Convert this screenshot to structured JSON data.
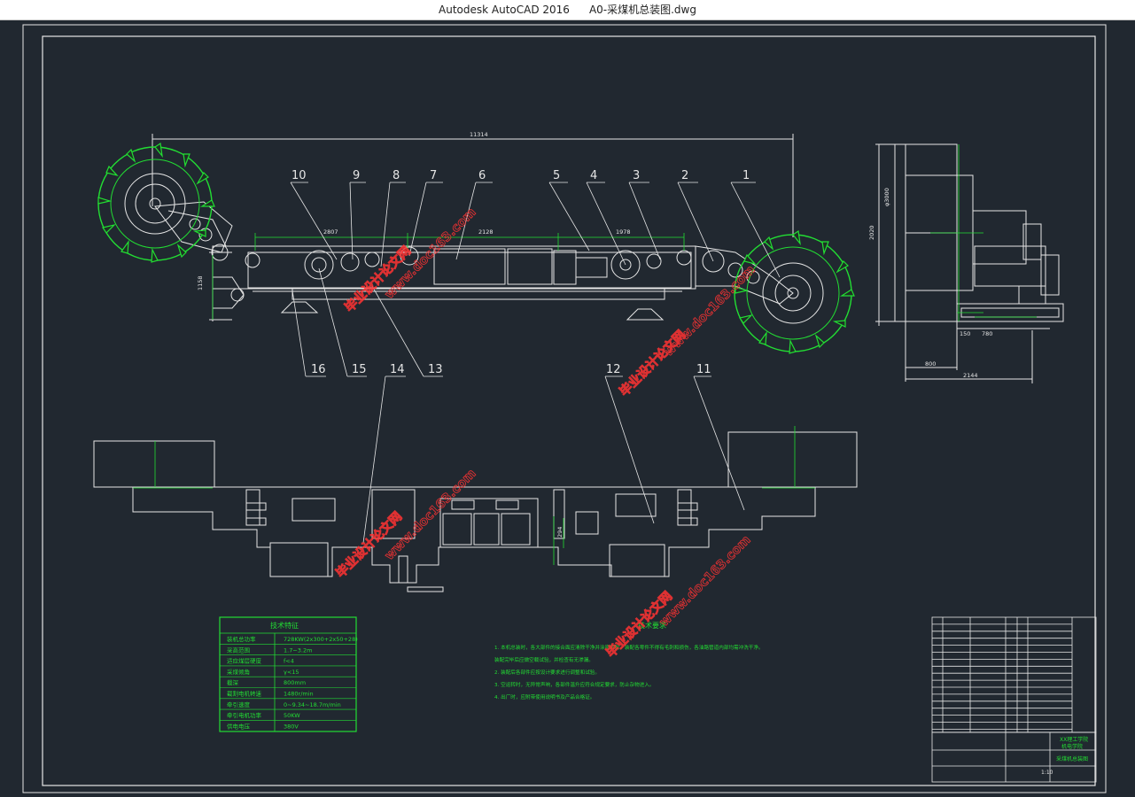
{
  "window": {
    "app_title": "Autodesk AutoCAD 2016",
    "file_title": "A0-采煤机总装图.dwg"
  },
  "dimensions": {
    "overall_length": "11314",
    "left_span": "2807",
    "middle_span": "2128",
    "right_span": "1978",
    "height": "1158",
    "side_height": "2020",
    "drum_diameter": "φ3000",
    "side_width_small": "800",
    "side_width_total": "2144",
    "side_offset": "780",
    "side_small": "150",
    "lower_height": "294"
  },
  "balloons": [
    "1",
    "2",
    "3",
    "4",
    "5",
    "6",
    "7",
    "8",
    "9",
    "10",
    "11",
    "12",
    "13",
    "14",
    "15",
    "16"
  ],
  "tech_specs": {
    "title": "技术特征",
    "rows": [
      {
        "label": "装机总功率",
        "value": "728KW(2x300+2x50+28)"
      },
      {
        "label": "采高范围",
        "value": "1.7~3.2m"
      },
      {
        "label": "适应煤层硬度",
        "value": "f<4"
      },
      {
        "label": "采煤倾角",
        "value": "γ<15"
      },
      {
        "label": "截深",
        "value": "800mm"
      },
      {
        "label": "截割电机转速",
        "value": "1480r/min"
      },
      {
        "label": "牵引速度",
        "value": "0~9.34~18.7m/min"
      },
      {
        "label": "牵引电机功率",
        "value": "50KW"
      },
      {
        "label": "供电电压",
        "value": "380V"
      }
    ]
  },
  "tech_requirements": {
    "title": "技术要求",
    "items": [
      "1. 本机总装时，各大部件的接合面应清除干净并涂密封胶，装配各零件不得有毛刺和损伤，各油路管道内部均需冲洗干净。",
      "   装配完毕后应做空载试验，并检查有无渗漏。",
      "2. 装配后各部件应按设计要求进行调整和试验。",
      "3. 空运转时，无异常声响，各部件温升应符合规定要求，防止杂物进入。",
      "4. 出厂时，应附带使用说明书及产品合格证。"
    ]
  },
  "title_block": {
    "school": "XX理工学院",
    "dept": "机电学院",
    "drawing_title": "采煤机总装图",
    "scale": "1:10"
  },
  "watermark": {
    "text1": "毕业设计论文网",
    "text2": "www.doc163.com"
  },
  "colors": {
    "background": "#212830",
    "line": "#e6e6e6",
    "green": "#22dd33",
    "magenta": "#dd44dd",
    "watermark": "#ff3333"
  }
}
